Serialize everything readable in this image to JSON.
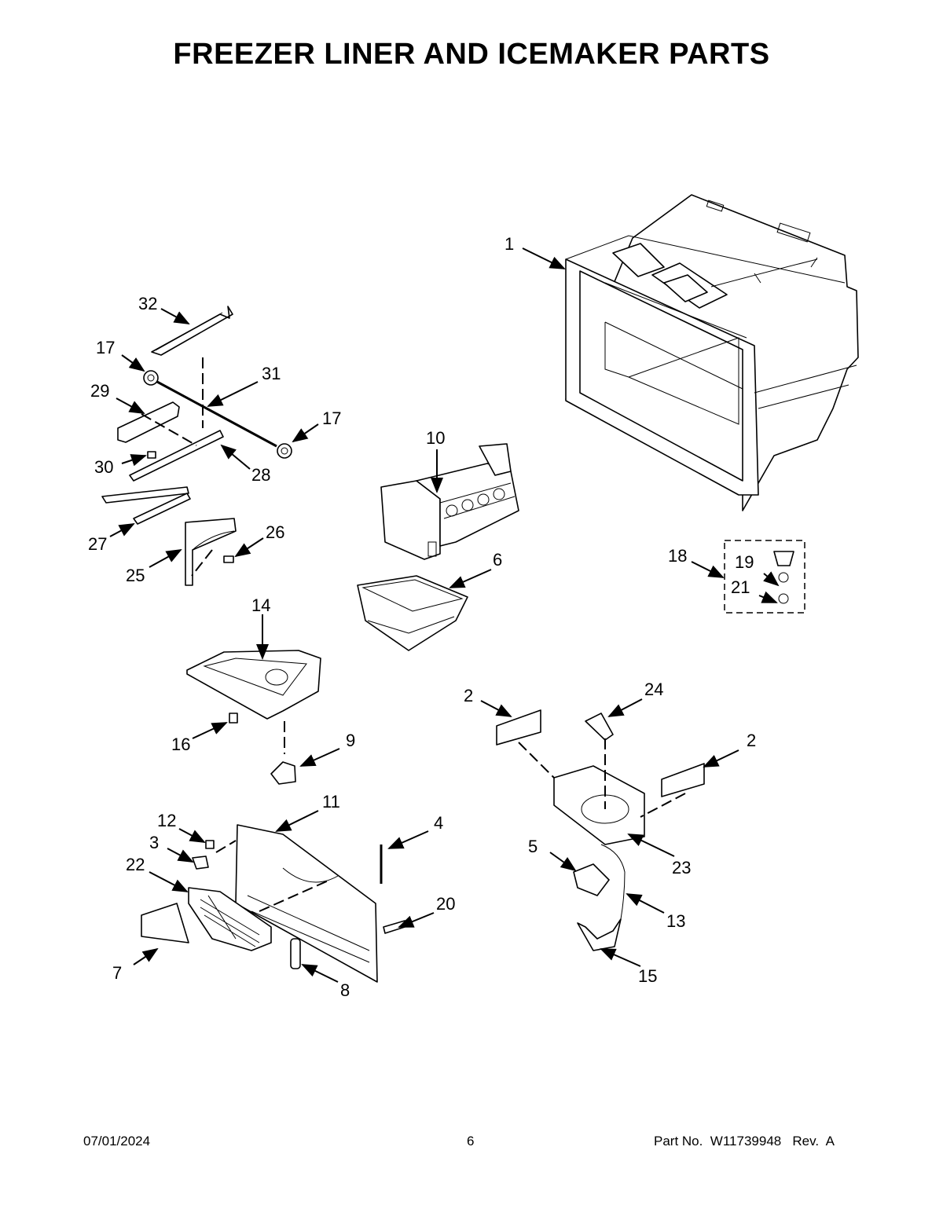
{
  "header": {
    "title": "FREEZER LINER AND ICEMAKER PARTS"
  },
  "callouts": {
    "c1": "1",
    "c2a": "2",
    "c2b": "2",
    "c3": "3",
    "c4": "4",
    "c5": "5",
    "c6": "6",
    "c7": "7",
    "c8": "8",
    "c9": "9",
    "c10": "10",
    "c11": "11",
    "c12": "12",
    "c13": "13",
    "c14": "14",
    "c15": "15",
    "c16": "16",
    "c17a": "17",
    "c17b": "17",
    "c18": "18",
    "c19": "19",
    "c20": "20",
    "c21": "21",
    "c22": "22",
    "c23": "23",
    "c24": "24",
    "c25": "25",
    "c26": "26",
    "c27": "27",
    "c28": "28",
    "c29": "29",
    "c30": "30",
    "c31": "31",
    "c32": "32"
  },
  "footer": {
    "date": "07/01/2024",
    "page": "6",
    "part_no": "Part No.  W11739948   Rev.  A"
  }
}
